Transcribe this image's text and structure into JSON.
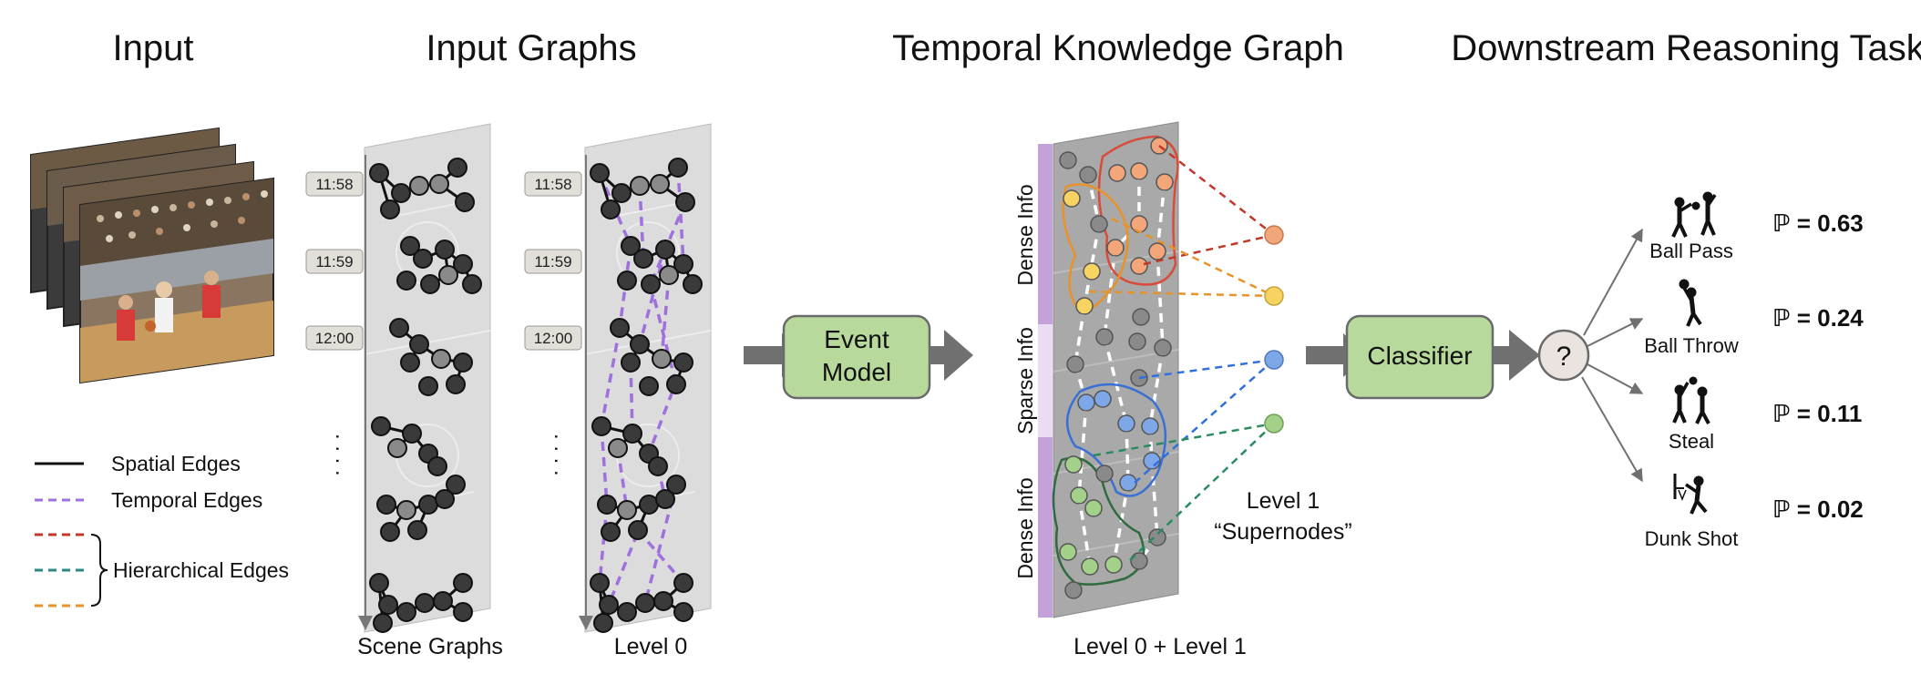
{
  "titles": {
    "input": "Input",
    "input_graphs": "Input Graphs",
    "tkg": "Temporal Knowledge Graph",
    "downstream": "Downstream Reasoning Tasks"
  },
  "panel_captions": {
    "scene_graphs": "Scene Graphs",
    "level0": "Level 0",
    "level01": "Level 0 + Level 1"
  },
  "timestamps": [
    "11:58",
    "11:59",
    "12:00"
  ],
  "ellipsis": ". . . .",
  "legend": {
    "spatial": "Spatial Edges",
    "temporal": "Temporal Edges",
    "hierarchical": "Hierarchical Edges"
  },
  "event_model": {
    "line1": "Event",
    "line2": "Model"
  },
  "classifier": "Classifier",
  "unknown_symbol": "?",
  "info_labels": {
    "dense_top": "Dense Info",
    "sparse": "Sparse Info",
    "dense_bottom": "Dense Info"
  },
  "supernodes": {
    "line1": "Level 1",
    "line2": "“Supernodes”"
  },
  "tasks": [
    {
      "name": "Ball Pass",
      "prob": "ℙ = 0.63",
      "icon": "ball-pass-icon"
    },
    {
      "name": "Ball Throw",
      "prob": "ℙ = 0.24",
      "icon": "ball-throw-icon"
    },
    {
      "name": "Steal",
      "prob": "ℙ = 0.11",
      "icon": "steal-icon"
    },
    {
      "name": "Dunk Shot",
      "prob": "ℙ = 0.02",
      "icon": "dunk-shot-icon"
    }
  ],
  "colors": {
    "spatial": "#111111",
    "temporal": "#a070dd",
    "hier_red": "#c0392b",
    "hier_teal": "#2a8a80",
    "hier_orange": "#e8922a",
    "box_fill": "#b8d99c",
    "box_stroke": "#6a6a6a",
    "arrow": "#707070",
    "purple_bar": "#c4a2d9",
    "node_orange": "#f2a679",
    "node_yellow": "#f7d361",
    "node_blue": "#7ea7e8",
    "node_green": "#a3d18a"
  }
}
